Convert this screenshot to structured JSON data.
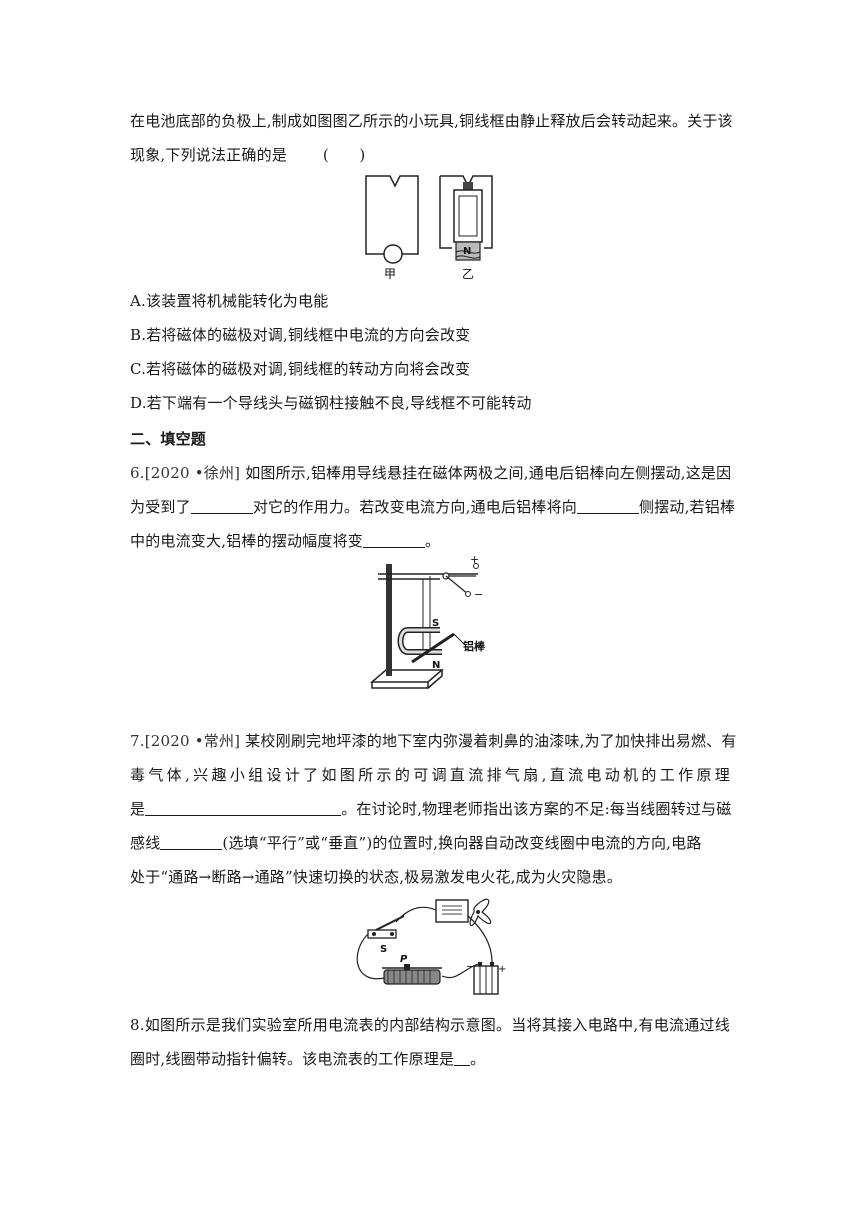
{
  "q5": {
    "stem_line1": "在电池底部的负极上,制成如图图乙所示的小玩具,铜线框由静止释放后会转动起来。关于该",
    "stem_line2": "现象,下列说法正确的是",
    "paren": "(　　)",
    "fig_label_left": "甲",
    "fig_label_right": "乙",
    "fig_magnet_label": "N",
    "option_a": "A.该装置将机械能转化为电能",
    "option_b": "B.若将磁体的磁极对调,铜线框中电流的方向会改变",
    "option_c": "C.若将磁体的磁极对调,铜线框的转动方向将会改变",
    "option_d": "D.若下端有一个导线头与磁钢柱接触不良,导线框不可能转动"
  },
  "section2": {
    "title": "二、填空题"
  },
  "q6": {
    "source": "6.[2020 •徐州]",
    "line1_rest": "如图所示,铝棒用导线悬挂在磁体两极之间,通电后铝棒向左侧摆动,这是因",
    "line2_a": "为受到了",
    "line2_b": "对它的作用力。若改变电流方向,通电后铝棒将向",
    "line2_c": "侧摆动,若铝棒",
    "line3_a": "中的电流变大,铝棒的摆动幅度将变",
    "line3_b": "。",
    "fig_plus": "+",
    "fig_minus": "−",
    "fig_s": "S",
    "fig_n": "N",
    "fig_rod_label": "铝棒"
  },
  "q7": {
    "source": "7.[2020 •常州]",
    "line1_rest": "某校刚刷完地坪漆的地下室内弥漫着刺鼻的油漆味,为了加快排出易燃、有",
    "line2": "毒气体,兴趣小组设计了如图所示的可调直流排气扇,直流电动机的工作原理",
    "line3_a": "是",
    "line3_b": "。在讨论时,物理老师指出该方案的不足:每当线圈转过与磁",
    "line4_a": "感线",
    "line4_b": "(选填“平行”或“垂直”)的位置时,换向器自动改变线圈中电流的方向,电路",
    "line5": "处于“通路→断路→通路”快速切换的状态,极易激发电火花,成为火灾隐患。",
    "fig_s": "S",
    "fig_p": "P",
    "fig_minus": "−",
    "fig_plus": "+"
  },
  "q8": {
    "line1": "8.如图所示是我们实验室所用电流表的内部结构示意图。当将其接入电路中,有电流通过线",
    "line2_a": "圈时,线圈带动指针偏转。该电流表的工作原理是",
    "line2_b": "。"
  }
}
